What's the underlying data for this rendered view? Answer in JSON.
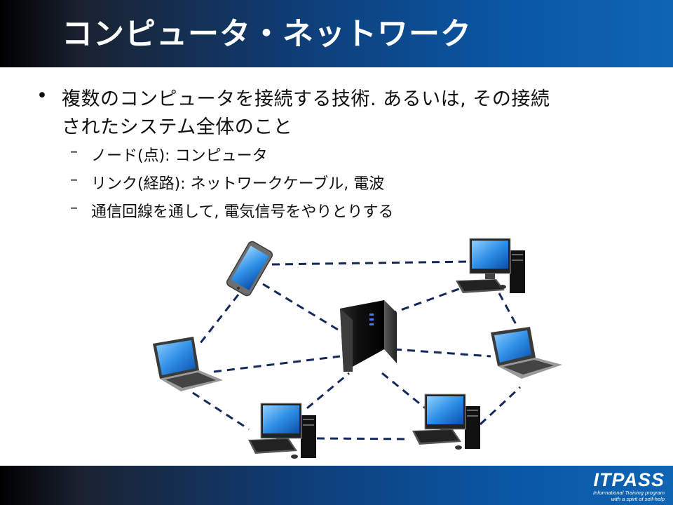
{
  "header": {
    "title": "コンピュータ・ネットワーク"
  },
  "content": {
    "bullet_symbol": "•",
    "main_line1": "複数のコンピュータを接続する技術. あるいは, その接続",
    "main_line2": "されたシステム全体のこと",
    "dash_symbol": "–",
    "subs": [
      "ノード(点): コンピュータ",
      "リンク(経路): ネットワークケーブル, 電波",
      "通信回線を通して, 電気信号をやりとりする"
    ]
  },
  "diagram": {
    "link_color": "#14285a",
    "nodes": [
      "smartphone",
      "desktop-top-right",
      "laptop-left",
      "server",
      "laptop-right",
      "desktop-bottom-left",
      "desktop-bottom-right"
    ]
  },
  "footer": {
    "logo": "ITPASS",
    "tagline1": "Informational Training program",
    "tagline2": "with a spirit of self-help"
  }
}
